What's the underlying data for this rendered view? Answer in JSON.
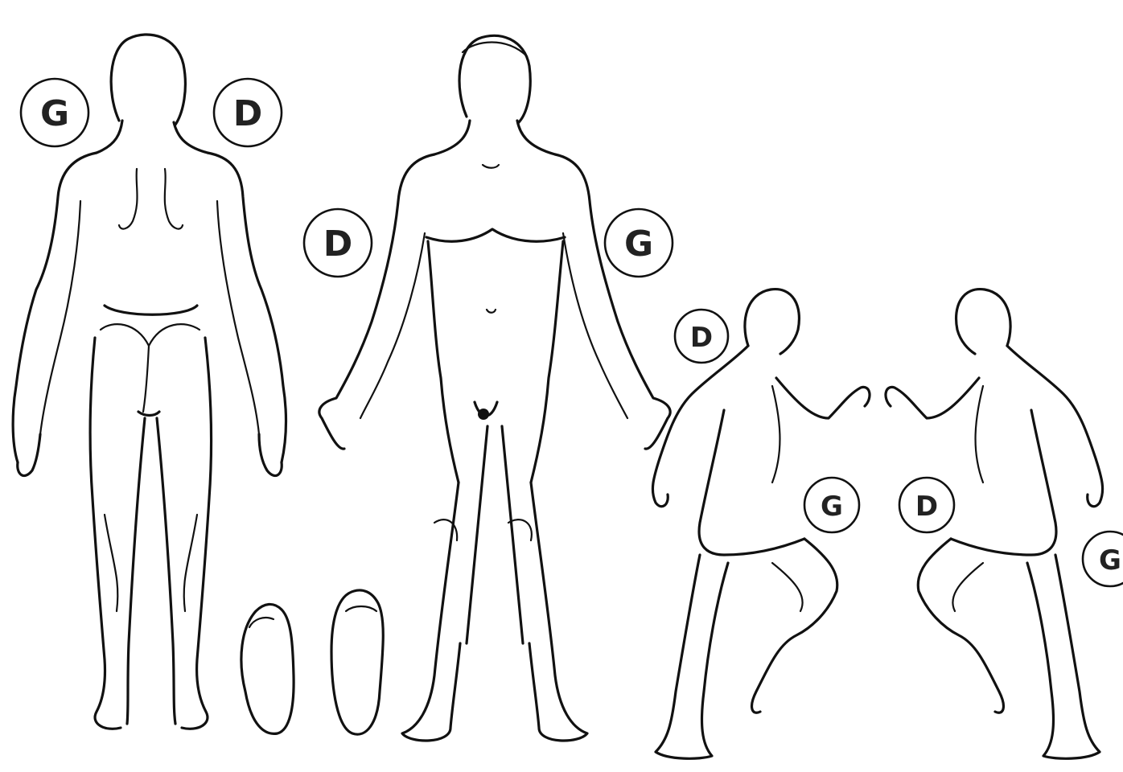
{
  "figures": {
    "back": {
      "left_label": "G",
      "right_label": "D"
    },
    "front": {
      "left_label": "D",
      "right_label": "G"
    },
    "side_left": {
      "upper_label": "D",
      "lower_label": "G"
    },
    "side_right": {
      "lower_label": "D",
      "edge_label": "G"
    }
  }
}
